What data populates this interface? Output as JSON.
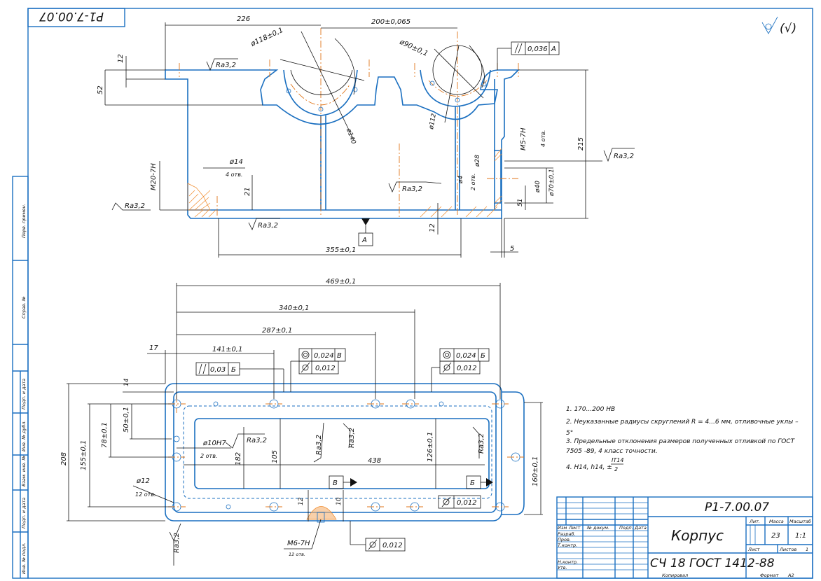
{
  "drawing": {
    "code_top": "Р1-7.00.07",
    "code_stamp": "Р1-7.00.07",
    "surface_symbol": "(√)",
    "part_name": "Корпус",
    "material": "СЧ 18 ГОСТ 1412-88",
    "mass": "23",
    "scale": "1:1",
    "copied_label": "Копировал",
    "format_label": "Формат",
    "format_value": "А2"
  },
  "side_labels": [
    "Перв. примен.",
    "Справ. №",
    "Подп. и дата",
    "Инв. № дубл.",
    "Взам. инв. №",
    "Подп. и дата",
    "Инв. № подл."
  ],
  "stamp": {
    "col_izm": "Изм",
    "col_list": "Лист",
    "col_doc": "№ докум.",
    "col_sign": "Подп.",
    "col_date": "Дата",
    "row_razrab": "Разраб.",
    "row_prov": "Пров.",
    "row_tkontr": "Т.контр.",
    "row_nkontr": "Н.контр.",
    "row_utv": "Утв.",
    "lit": "Лит.",
    "massa": "Масса",
    "masshtab": "Масштаб",
    "list": "Лист",
    "listov": "Листов",
    "listov_value": "1"
  },
  "notes": [
    "1. 170...200 НВ",
    "2. Неуказанные радиусы скруглений R = 4...6 мм, отливочные уклы –",
    "5°",
    "3. Предельные отклонения размеров полученных отливкой по ГОСТ",
    "7505 -89, 4 класс точности.",
    "4. Н14, h14, ±"
  ],
  "note_it": "IT14",
  "note_two": "2",
  "front_view": {
    "dims": {
      "d226": "226",
      "d200": "200±0,065",
      "d118": "ø118±0,1",
      "d90": "ø90±0,1",
      "d12top": "12",
      "d52": "52",
      "d215": "215",
      "d140": "ø140",
      "d112": "ø112",
      "dM20": "М20-7Н",
      "d14": "ø14",
      "d4otv": "4 отв.",
      "d21": "21",
      "d355": "355±0,1",
      "d5": "5",
      "d12bot": "12",
      "dM5": "М5-7Н",
      "d4otv2": "4 отв.",
      "d28": "ø28",
      "d4": "ø4",
      "d2otv": "2 отв.",
      "d40": "ø40",
      "d70": "ø70±0,1",
      "d51": "51"
    },
    "ra": [
      "Ra3,2",
      "Ra3,2",
      "Ra3,2",
      "Ra3,2",
      "Ra3,2"
    ],
    "tol1": {
      "symbol": "//",
      "value": "0,036",
      "datum": "А"
    },
    "datum_a": "А"
  },
  "top_view": {
    "dims": {
      "d469": "469±0,1",
      "d340": "340±0,1",
      "d287": "287±0,1",
      "d141": "141±0,1",
      "d17": "17",
      "d14": "14",
      "d208": "208",
      "d155": "155±0,1",
      "d78": "78±0,1",
      "d50": "50±0,1",
      "d10H7": "ø10Н7",
      "d2otv": "2 отв.",
      "d182": "182",
      "d105": "105",
      "d438": "438",
      "d126": "126±0,1",
      "d160": "160±0,1",
      "d12": "ø12",
      "d12otv": "12 отв.",
      "d12b": "12",
      "d10": "10",
      "dM6": "М6-7Н",
      "d12otv2": "12 отв."
    },
    "ra": [
      "Ra3,2",
      "Ra3,2",
      "Ra3,2",
      "Ra3,2",
      "Ra3,2"
    ],
    "tol_parallel": {
      "symbol": "//",
      "value": "0,03",
      "datum": "Б"
    },
    "tol_conc_1": {
      "value": "0,024",
      "datum": "В"
    },
    "tol_cyl_1": {
      "value": "0,012"
    },
    "tol_conc_2": {
      "value": "0,024",
      "datum": "Б"
    },
    "tol_cyl_2": {
      "value": "0,012"
    },
    "tol_cyl_3": {
      "value": "0,012"
    },
    "tol_cyl_4": {
      "value": "0,012"
    },
    "datum_b": "Б",
    "datum_v": "В"
  }
}
